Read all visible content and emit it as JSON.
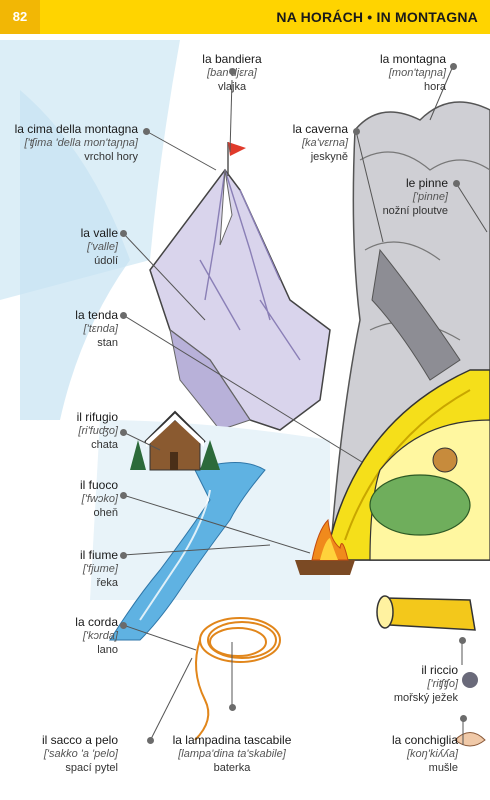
{
  "header": {
    "page_number": "82",
    "title": "NA HORÁCH • IN MONTAGNA"
  },
  "labels": {
    "bandiera": {
      "term": "la bandiera",
      "ipa": "[ban'djɛra]",
      "trans": "vlajka"
    },
    "montagna": {
      "term": "la montagna",
      "ipa": "[mon'taɲɲa]",
      "trans": "hora"
    },
    "cima": {
      "term": "la cima della montagna",
      "ipa": "['ʧima 'della mon'taɲɲa]",
      "trans": "vrchol hory"
    },
    "caverna": {
      "term": "la caverna",
      "ipa": "[ka'vɛrna]",
      "trans": "jeskyně"
    },
    "pinne": {
      "term": "le pinne",
      "ipa": "['pinne]",
      "trans": "nožní ploutve"
    },
    "valle": {
      "term": "la valle",
      "ipa": "['valle]",
      "trans": "údolí"
    },
    "tenda": {
      "term": "la tenda",
      "ipa": "['tɛnda]",
      "trans": "stan"
    },
    "rifugio": {
      "term": "il rifugio",
      "ipa": "[ri'fuʤo]",
      "trans": "chata"
    },
    "fuoco": {
      "term": "il fuoco",
      "ipa": "['fwɔko]",
      "trans": "oheň"
    },
    "fiume": {
      "term": "il fiume",
      "ipa": "['fjume]",
      "trans": "řeka"
    },
    "corda": {
      "term": "la corda",
      "ipa": "['kɔrda]",
      "trans": "lano"
    },
    "riccio": {
      "term": "il riccio",
      "ipa": "['riʧʧo]",
      "trans": "mořský ježek"
    },
    "sacco": {
      "term": "il sacco a pelo",
      "ipa": "['sakko 'a 'pelo]",
      "trans": "spací pytel"
    },
    "lampadina": {
      "term": "la lampadina tascabile",
      "ipa": "[lampa'dina ta'skabile]",
      "trans": "baterka"
    },
    "conchiglia": {
      "term": "la conchiglia",
      "ipa": "[koŋ'kiʎʎa]",
      "trans": "mušle"
    }
  }
}
